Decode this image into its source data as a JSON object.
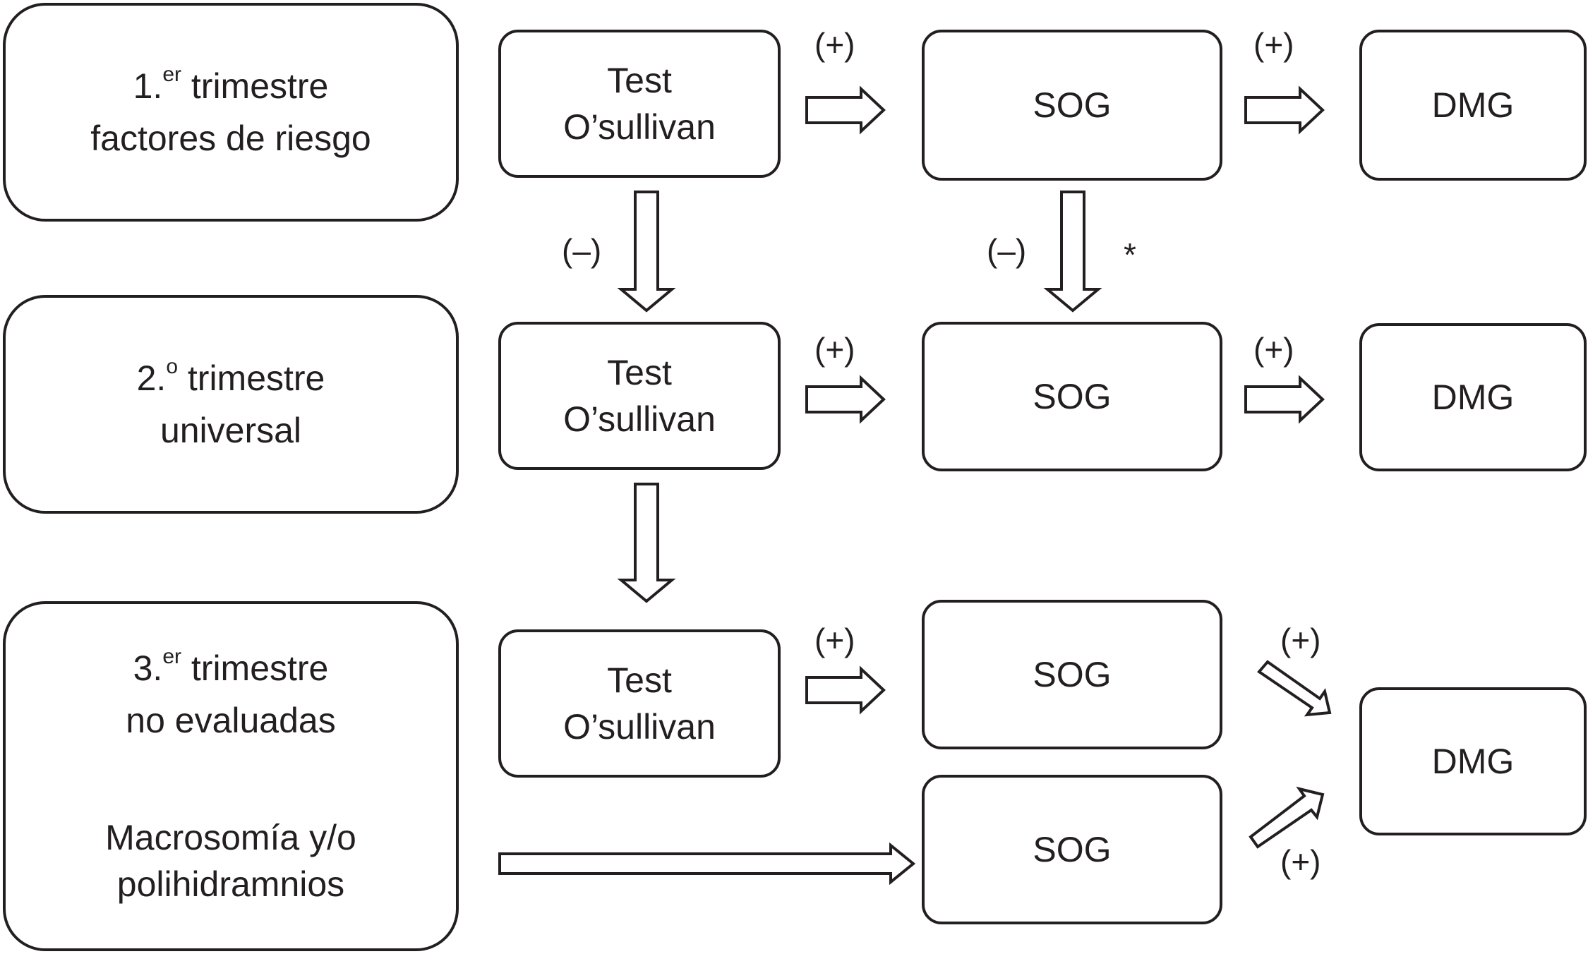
{
  "stages": [
    {
      "ordinal": "1.",
      "sup": "er",
      "word": "trimestre",
      "desc": "factores de riesgo"
    },
    {
      "ordinal": "2.",
      "sup": "o",
      "word": "trimestre",
      "desc": "universal"
    },
    {
      "ordinal": "3.",
      "sup": "er",
      "word": "trimestre",
      "desc": "no evaluadas",
      "extra": [
        "Macrosomía y/o",
        "polihidramnios"
      ]
    }
  ],
  "test": {
    "line1": "Test",
    "line2": "O’sullivan"
  },
  "sog": "SOG",
  "dmg": "DMG",
  "pos": "(+)",
  "neg": "(–)",
  "asterisk": "*"
}
